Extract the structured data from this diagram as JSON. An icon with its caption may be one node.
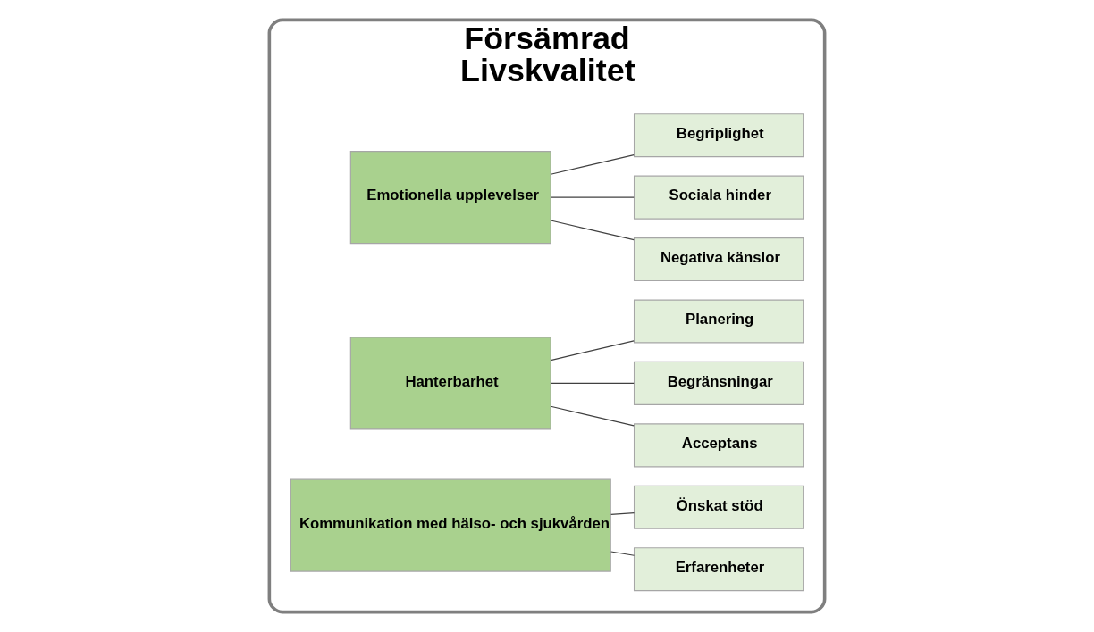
{
  "diagram": {
    "nodes": [
      {
        "text": [
          "Försämrad",
          "Livskvalitet"
        ]
      },
      {
        "text": [
          "Emotionella upplevelser"
        ],
        "in": 0
      },
      {
        "text": [
          "Negativa känslor"
        ],
        "in": 0
      },
      {
        "text": [
          "Sociala hinder"
        ],
        "in": 0
      },
      {
        "text": [
          "Begriplighet"
        ],
        "in": 0
      },
      {
        "text": [
          "Hanterbarhet"
        ],
        "in": 0
      },
      {
        "text": [
          "Acceptans"
        ],
        "in": 0
      },
      {
        "text": [
          "Begränsningar"
        ],
        "in": 0
      },
      {
        "text": [
          "Planering"
        ],
        "in": 0
      },
      {
        "text": [
          "Kommunikation med hälso- och sjukvården"
        ],
        "in": 0
      },
      {
        "text": [
          "Erfarenheter"
        ],
        "in": 0
      },
      {
        "text": [
          "Önskat stöd"
        ],
        "in": 0
      }
    ],
    "edges": [
      {
        "from": 1,
        "to": 2,
        "arrow": "none"
      },
      {
        "from": 1,
        "to": 3,
        "arrow": "none"
      },
      {
        "from": 1,
        "to": 4,
        "arrow": "none"
      },
      {
        "from": 5,
        "to": 6,
        "arrow": "none"
      },
      {
        "from": 5,
        "to": 7,
        "arrow": "none"
      },
      {
        "from": 5,
        "to": 8,
        "arrow": "none"
      },
      {
        "from": 9,
        "to": 10,
        "arrow": "none"
      },
      {
        "from": 9,
        "to": 11,
        "arrow": "none"
      }
    ]
  }
}
